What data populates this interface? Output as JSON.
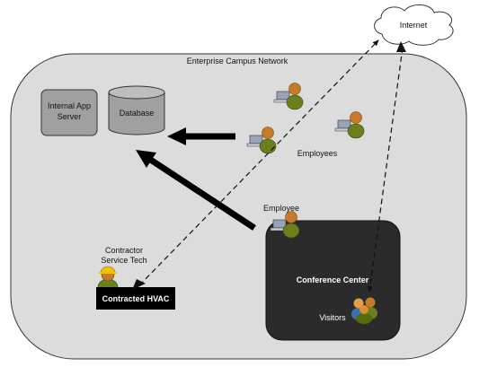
{
  "network": {
    "label": "Enterprise Campus Network"
  },
  "internet": {
    "label": "Internet"
  },
  "app_server": {
    "line1": "Internal App",
    "line2": "Server"
  },
  "database": {
    "label": "Database"
  },
  "employees": {
    "label": "Employees"
  },
  "employee": {
    "label": "Employee"
  },
  "contractor": {
    "line1": "Contractor",
    "line2": "Service Tech"
  },
  "hvac": {
    "label": "Contracted HVAC"
  },
  "conference": {
    "label": "Conference Center"
  },
  "visitors": {
    "label": "Visitors"
  },
  "colors": {
    "campus_fill": "#dcdcdc",
    "conference_fill": "#2b2b2b",
    "hvac_fill": "#000000",
    "person_head": "#c77a2a",
    "person_body": "#6b7f1c",
    "laptop": "#9aa4b8"
  },
  "icons": [
    "cloud-icon",
    "server-icon",
    "database-icon",
    "person-laptop-icon",
    "hardhat-person-icon",
    "group-icon"
  ]
}
